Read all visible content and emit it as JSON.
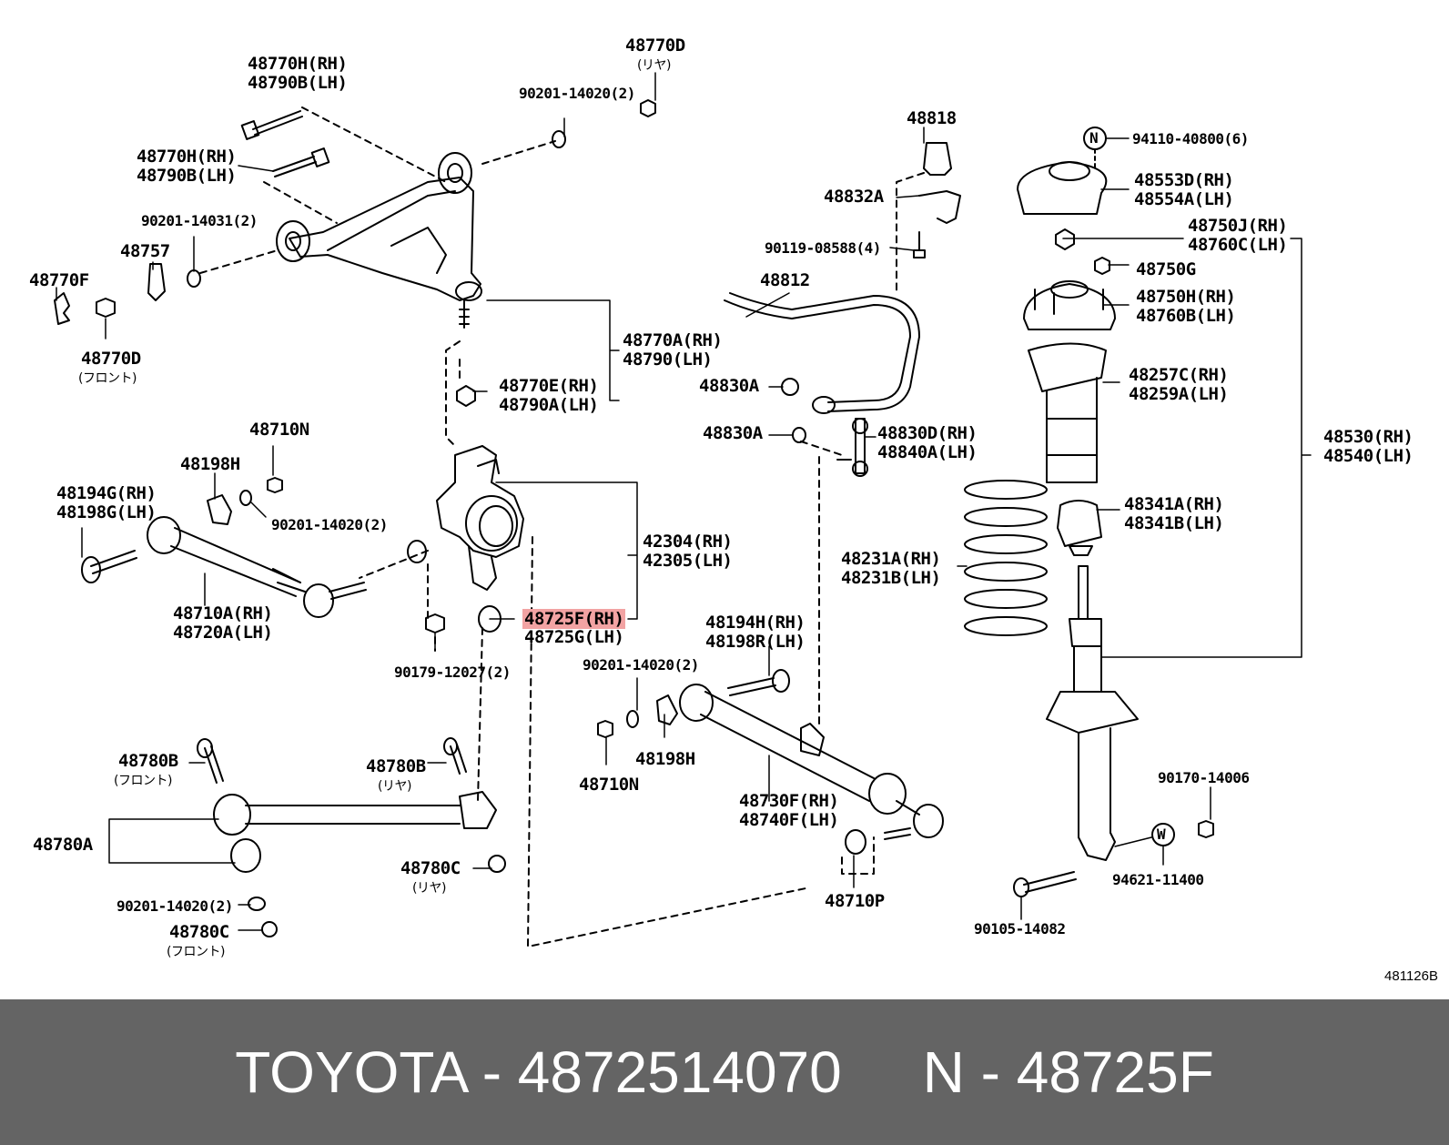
{
  "labels": [
    {
      "id": "l1",
      "text": "48770H(RH)\n48790B(LH)"
    },
    {
      "id": "l2",
      "text": "48770D"
    },
    {
      "id": "l3",
      "text": "(リヤ)"
    },
    {
      "id": "l4",
      "text": "90201-14020(2)"
    },
    {
      "id": "l5",
      "text": "48770H(RH)\n48790B(LH)"
    },
    {
      "id": "l6",
      "text": "90201-14031(2)"
    },
    {
      "id": "l7",
      "text": "48757"
    },
    {
      "id": "l8",
      "text": "48770F"
    },
    {
      "id": "l9",
      "text": "48770D"
    },
    {
      "id": "l10",
      "text": "(フロント)"
    },
    {
      "id": "l11",
      "text": "48770A(RH)\n48790(LH)"
    },
    {
      "id": "l12",
      "text": "48770E(RH)\n48790A(LH)"
    },
    {
      "id": "l13",
      "text": "48710N"
    },
    {
      "id": "l14",
      "text": "48198H"
    },
    {
      "id": "l15",
      "text": "48194G(RH)\n48198G(LH)"
    },
    {
      "id": "l16",
      "text": "90201-14020(2)"
    },
    {
      "id": "l17",
      "text": "42304(RH)\n42305(LH)"
    },
    {
      "id": "l18",
      "text": "48725F(RH)"
    },
    {
      "id": "l19",
      "text": "48725G(LH)"
    },
    {
      "id": "l20",
      "text": "48710A(RH)\n48720A(LH)"
    },
    {
      "id": "l21",
      "text": "90179-12027(2)"
    },
    {
      "id": "l22",
      "text": "90201-14020(2)"
    },
    {
      "id": "l23",
      "text": "48780B"
    },
    {
      "id": "l24",
      "text": "(フロント)"
    },
    {
      "id": "l25",
      "text": "48780B"
    },
    {
      "id": "l26",
      "text": "(リヤ)"
    },
    {
      "id": "l27",
      "text": "48198H"
    },
    {
      "id": "l28",
      "text": "48710N"
    },
    {
      "id": "l29",
      "text": "48780A"
    },
    {
      "id": "l30",
      "text": "48780C"
    },
    {
      "id": "l31",
      "text": "(リヤ)"
    },
    {
      "id": "l32",
      "text": "90201-14020(2)"
    },
    {
      "id": "l33",
      "text": "48780C"
    },
    {
      "id": "l34",
      "text": "(フロント)"
    },
    {
      "id": "l35",
      "text": "48818"
    },
    {
      "id": "l36",
      "text": "48832A"
    },
    {
      "id": "l37",
      "text": "90119-08588(4)"
    },
    {
      "id": "l38",
      "text": "48812"
    },
    {
      "id": "l39",
      "text": "48830A"
    },
    {
      "id": "l40",
      "text": "48830A"
    },
    {
      "id": "l41",
      "text": "48830D(RH)\n48840A(LH)"
    },
    {
      "id": "l42",
      "text": "48231A(RH)\n48231B(LH)"
    },
    {
      "id": "l43",
      "text": "48194H(RH)\n48198R(LH)"
    },
    {
      "id": "l44",
      "text": "48730F(RH)\n48740F(LH)"
    },
    {
      "id": "l45",
      "text": "48710P"
    },
    {
      "id": "l46",
      "text": "94110-40800(6)"
    },
    {
      "id": "l47",
      "text": "48553D(RH)\n48554A(LH)"
    },
    {
      "id": "l48",
      "text": "48750J(RH)\n48760C(LH)"
    },
    {
      "id": "l49",
      "text": "48750G"
    },
    {
      "id": "l50",
      "text": "48750H(RH)\n48760B(LH)"
    },
    {
      "id": "l51",
      "text": "48257C(RH)\n48259A(LH)"
    },
    {
      "id": "l52",
      "text": "48530(RH)\n48540(LH)"
    },
    {
      "id": "l53",
      "text": "48341A(RH)\n48341B(LH)"
    },
    {
      "id": "l54",
      "text": "90170-14006"
    },
    {
      "id": "l55",
      "text": "94621-11400"
    },
    {
      "id": "l56",
      "text": "90105-14082"
    },
    {
      "id": "l57",
      "text": "N"
    },
    {
      "id": "l58",
      "text": "W"
    }
  ],
  "diagram_code": "481126B",
  "footer": {
    "text": "TOYOTA - 4872514070     N - 48725F"
  },
  "colors": {
    "highlight": "#f2a3a3",
    "footer_bg": "#646464",
    "footer_text": "#ffffff"
  }
}
